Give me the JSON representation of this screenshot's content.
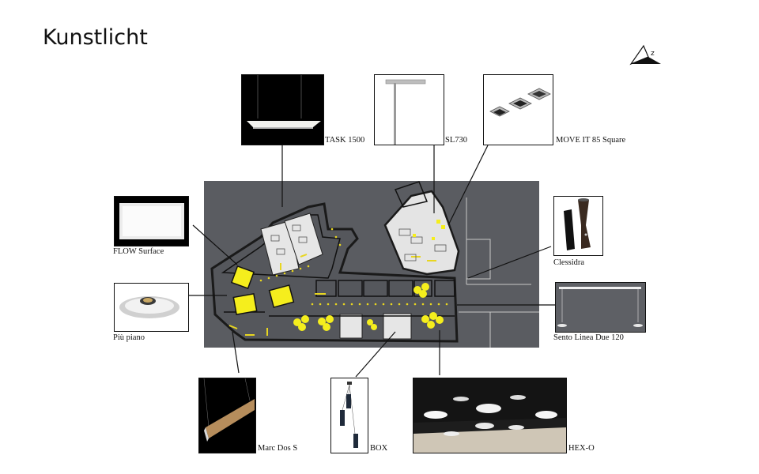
{
  "page": {
    "title": "Kunstlicht"
  },
  "icons": {
    "north_arrow": "north-arrow-icon"
  },
  "colors": {
    "plan_bg": "#5a5c61",
    "room_fill": "#e8e8e8",
    "luminaire": "#f5ee1d",
    "wall": "#1a1a1a"
  },
  "luminaires": [
    {
      "id": "task-1500",
      "label": "TASK 1500"
    },
    {
      "id": "sl730",
      "label": "SL730"
    },
    {
      "id": "move-it-85-square",
      "label": "MOVE IT 85 Square"
    },
    {
      "id": "flow-surface",
      "label": "FLOW Surface"
    },
    {
      "id": "clessidra",
      "label": "Clessidra"
    },
    {
      "id": "piu-piano",
      "label": "Più piano"
    },
    {
      "id": "sento-linea-due-120",
      "label": "Sento Linea Due 120"
    },
    {
      "id": "marc-dos-s",
      "label": "Marc Dos S"
    },
    {
      "id": "box",
      "label": "BOX"
    },
    {
      "id": "hex-o",
      "label": "HEX-O"
    }
  ]
}
